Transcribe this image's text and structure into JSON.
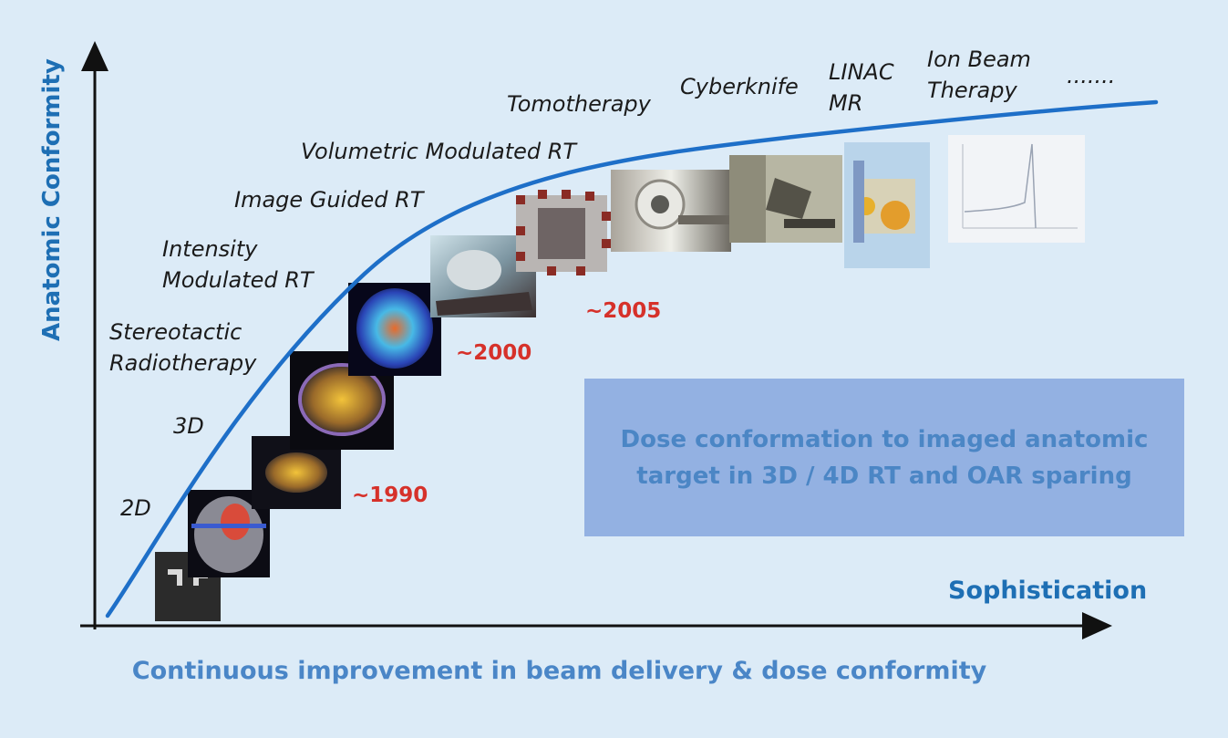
{
  "axes": {
    "y_label": "Anatomic Conformity",
    "x_label": "Sophistication"
  },
  "caption": "Continuous improvement in beam delivery & dose conformity",
  "callout": "Dose conformation to imaged anatomic target in 3D / 4D RT and OAR sparing",
  "stages": {
    "s2d": "2D",
    "s3d": "3D",
    "srt_1": "Stereotactic",
    "srt_2": "Radiotherapy",
    "imrt_1": "Intensity",
    "imrt_2": "Modulated RT",
    "igrt": "Image Guided RT",
    "vmat": "Volumetric Modulated RT",
    "tomo": "Tomotherapy",
    "cyber": "Cyberknife",
    "linac_1": "LINAC",
    "linac_2": "MR",
    "ion_1": "Ion Beam",
    "ion_2": "Therapy",
    "more": "......."
  },
  "years": {
    "y1990": "~1990",
    "y2000": "~2000",
    "y2005": "~2005"
  },
  "colors": {
    "background": "#dcebf7",
    "curve": "#1e6fc8",
    "axis_label": "#1e6fb4",
    "year": "#d6312a",
    "callout_box": "#93b1e2",
    "callout_text": "#4b86c5"
  },
  "images": [
    "2d-xray-image",
    "3d-ct-image",
    "stereotactic-image",
    "stereotactic-frame-image",
    "imrt-dose-image",
    "igrt-linac-image",
    "vmat-gantry-image",
    "tomotherapy-image",
    "cyberknife-image",
    "linac-mr-image",
    "ion-beam-plot-image"
  ]
}
